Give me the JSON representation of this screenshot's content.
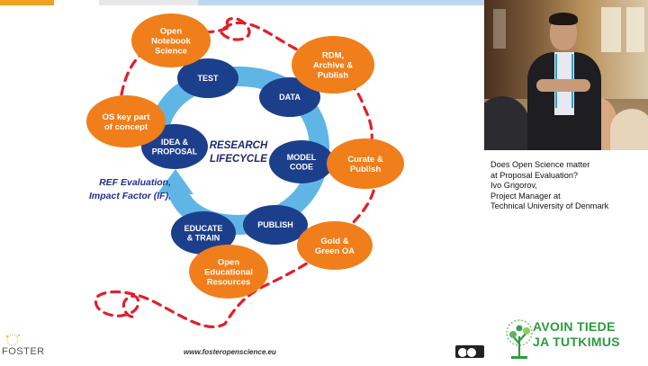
{
  "diagram": {
    "center_label_1": "RESEARCH",
    "center_label_2": "LIFECYCLE",
    "stages": [
      {
        "id": "test",
        "lines": [
          "TEST"
        ]
      },
      {
        "id": "data",
        "lines": [
          "DATA"
        ]
      },
      {
        "id": "model-code",
        "lines": [
          "MODEL",
          "CODE"
        ]
      },
      {
        "id": "publish",
        "lines": [
          "PUBLISH"
        ]
      },
      {
        "id": "educate-train",
        "lines": [
          "EDUCATE",
          "& TRAIN"
        ]
      },
      {
        "id": "idea-proposal",
        "lines": [
          "IDEA &",
          "PROPOSAL"
        ]
      }
    ],
    "practices": [
      {
        "id": "open-notebook-science",
        "lines": [
          "Open",
          "Notebook",
          "Science"
        ]
      },
      {
        "id": "rdm-archive-publish",
        "lines": [
          "RDM,",
          "Archive &",
          "Publish"
        ]
      },
      {
        "id": "curate-publish",
        "lines": [
          "Curate &",
          "Publish"
        ]
      },
      {
        "id": "gold-green-oa",
        "lines": [
          "Gold &",
          "Green OA"
        ]
      },
      {
        "id": "open-educational-resources",
        "lines": [
          "Open",
          "Educational",
          "Resources"
        ]
      },
      {
        "id": "os-key-part",
        "lines": [
          "OS key part",
          "of concept"
        ]
      }
    ],
    "colors": {
      "stage_fill": "#1c3f8c",
      "practice_fill": "#f07e1a",
      "arrow": "#5fb6e6",
      "dash": "#e0202a"
    }
  },
  "side_note": {
    "line1": "REF Evaluation,",
    "line2": "Impact Factor (IF),"
  },
  "footer": {
    "url": "www.fosteropenscience.eu",
    "logo": "FOSTER"
  },
  "caption": {
    "lines": [
      "Does Open Science matter",
      "at Proposal Evaluation?",
      "Ivo Grigorov,",
      "Project Manager at",
      "Technical University of Denmark"
    ]
  },
  "brand": {
    "line1": "AVOIN TIEDE",
    "line2": "JA TUTKIMUS",
    "color": "#2e9a3e"
  }
}
